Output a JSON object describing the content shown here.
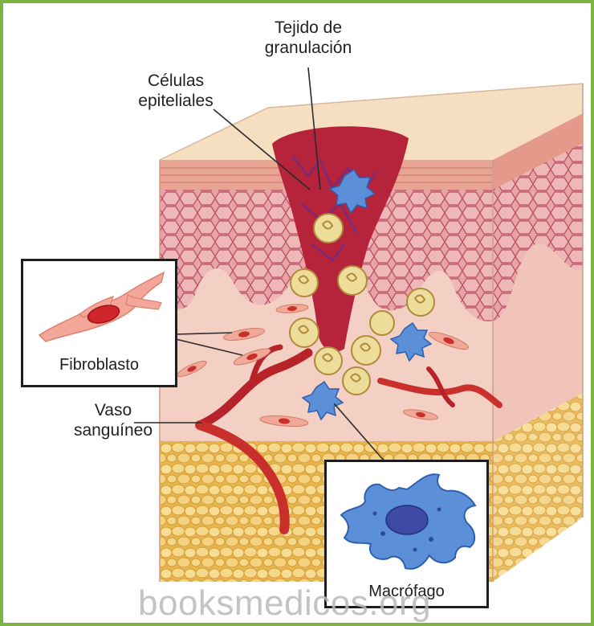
{
  "labels": {
    "granulation": "Tejido de\ngranulación",
    "epithelial": "Células\nepiteliales",
    "fibroblast": "Fibroblasto",
    "vessel": "Vaso\nsanguíneo",
    "macrophage": "Macrófago"
  },
  "watermark": "booksmedicos.org",
  "colors": {
    "frame": "#7cb342",
    "skin_surface": "#f6dfc0",
    "dermis": "#f3c8bd",
    "epidermis": "#d8848f",
    "wound": "#b5243a",
    "fat": "#f2cf6f",
    "vessel": "#c9302c",
    "macrophage": "#5b8fd8",
    "leader_line": "#2b2b2b"
  }
}
